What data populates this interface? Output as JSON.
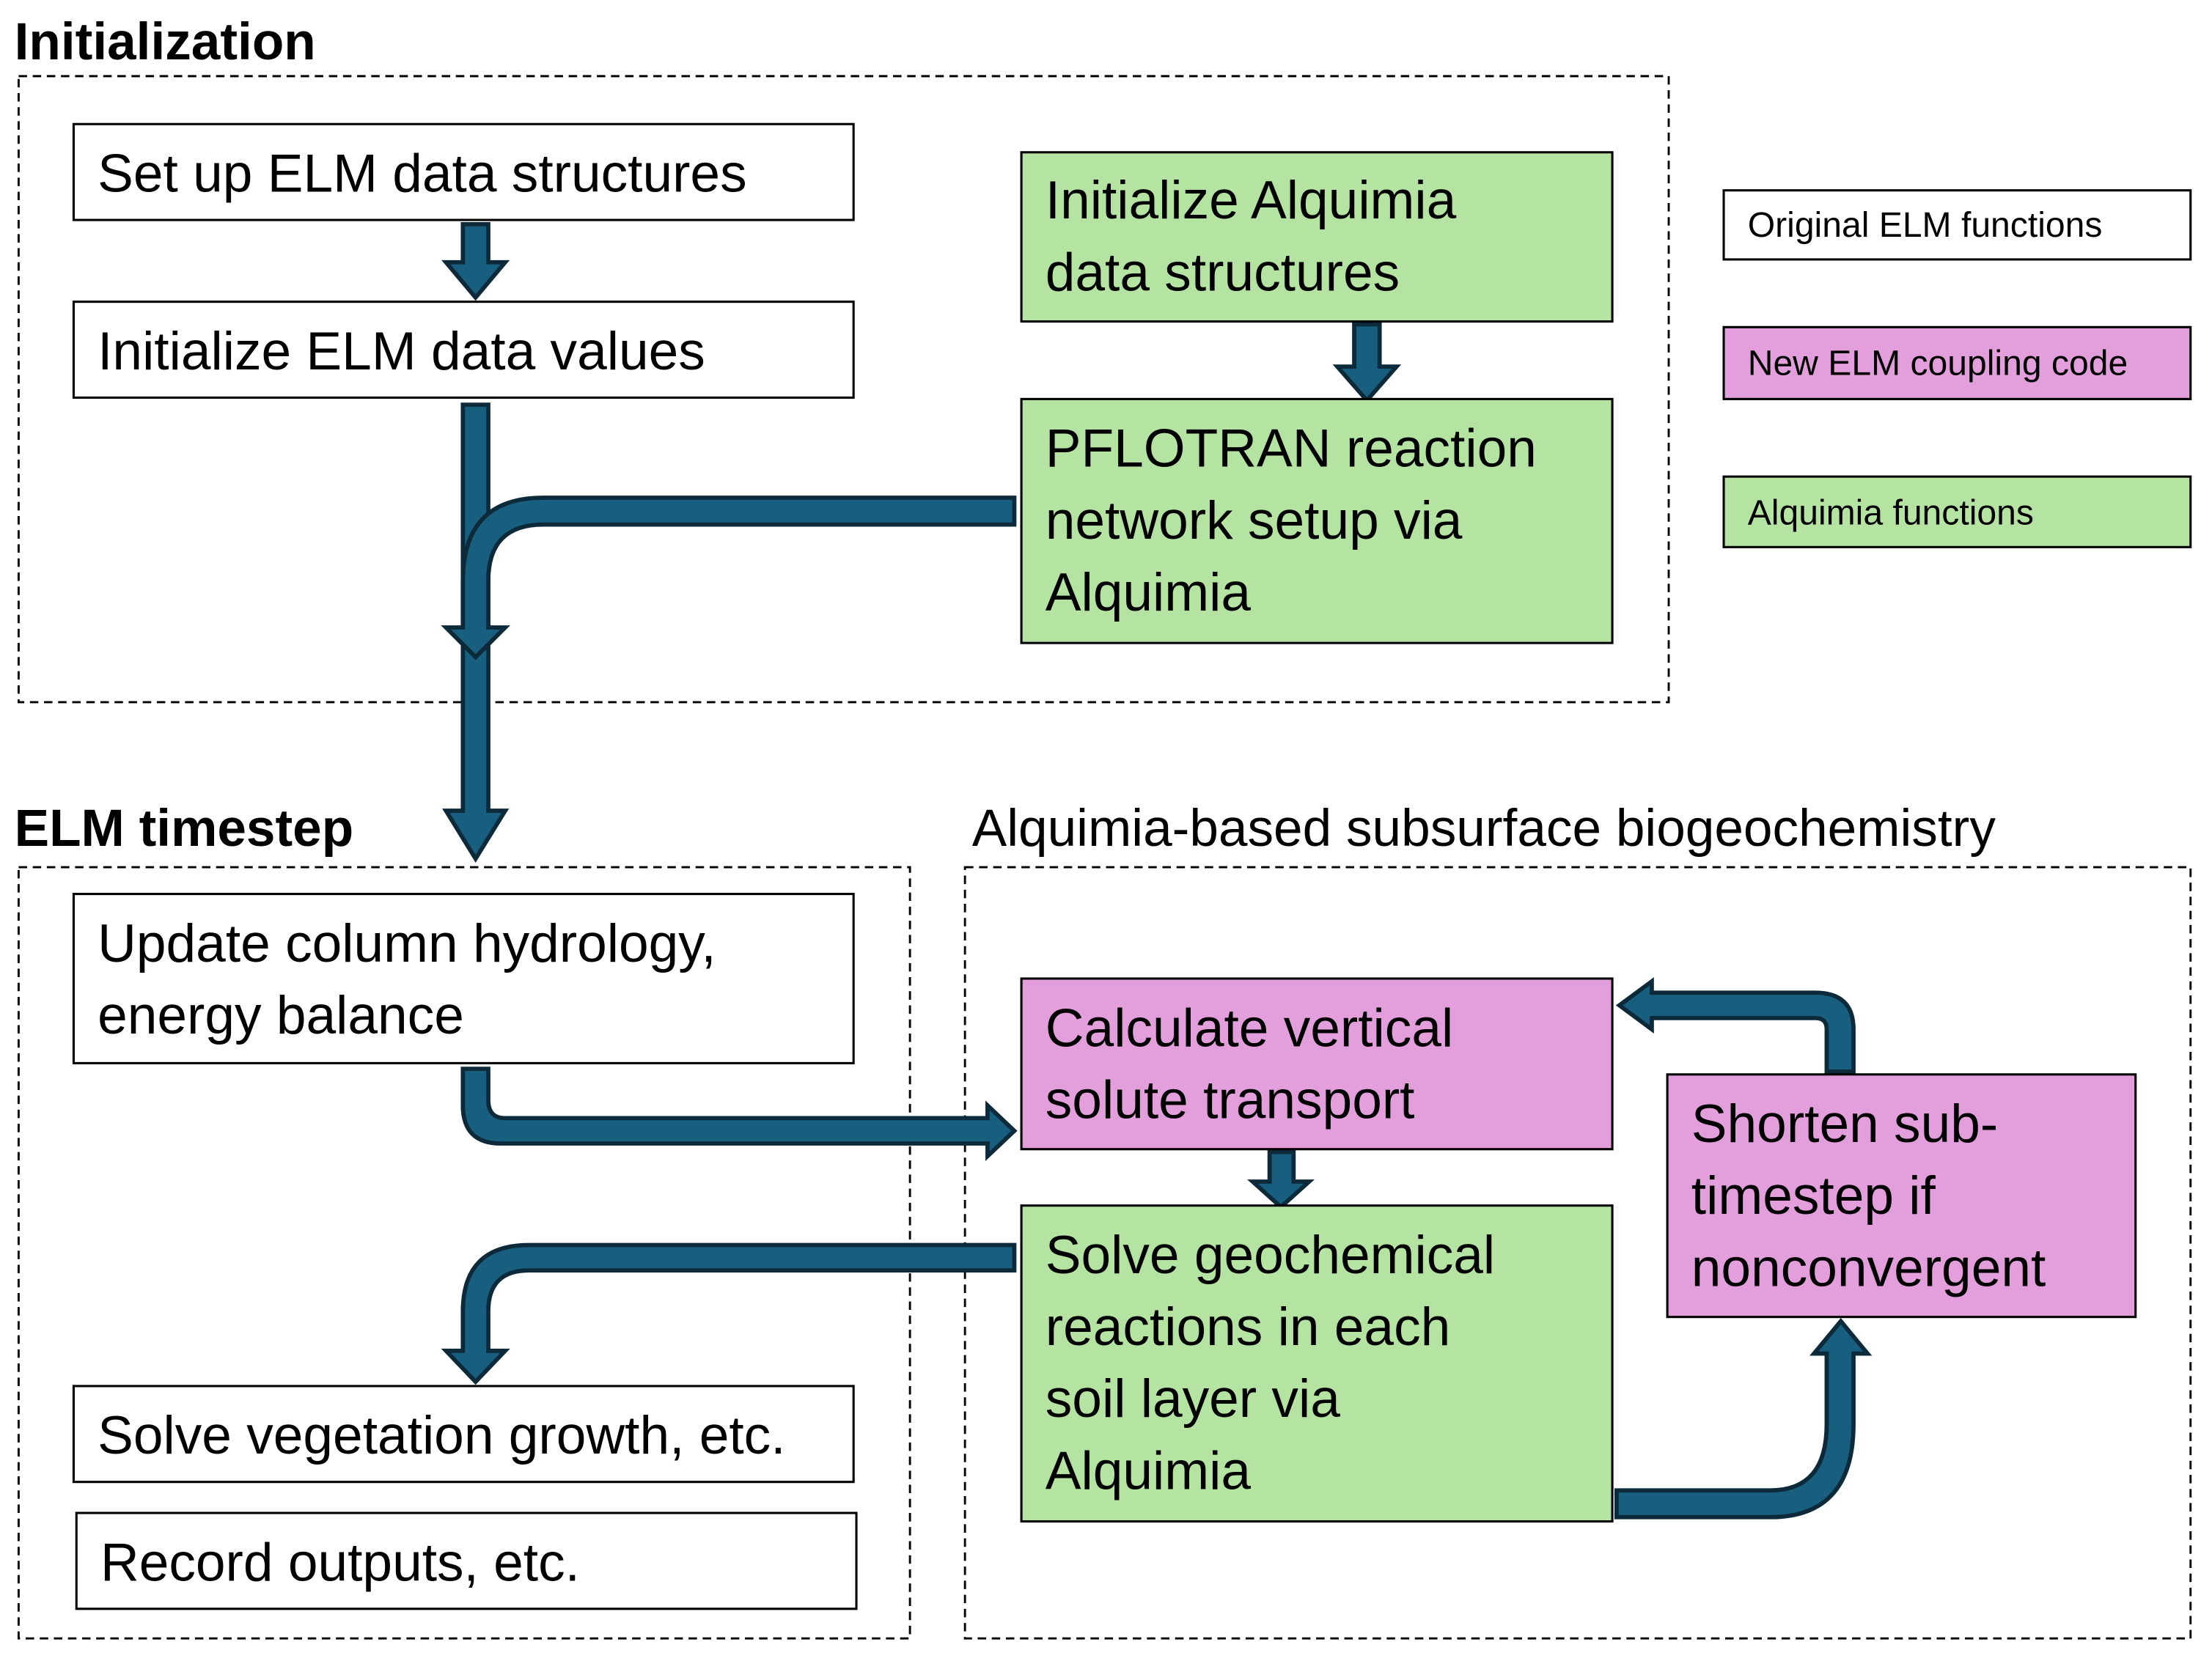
{
  "colors": {
    "original_elm": "#ffffff",
    "new_coupling": "#e39fdc",
    "alquimia": "#b5e4a2",
    "arrow_fill": "#185e7f",
    "arrow_outline": "#0d2a3a"
  },
  "groups": {
    "initialization": {
      "title": "Initialization"
    },
    "elm_timestep": {
      "title": "ELM timestep"
    },
    "alquimia_bgc": {
      "title": "Alquimia-based subsurface biogeochemistry"
    }
  },
  "nodes": {
    "setup_elm": {
      "lines": [
        "Set up ELM data structures"
      ],
      "category": "Original ELM functions"
    },
    "init_elm_values": {
      "lines": [
        "Initialize ELM data values"
      ],
      "category": "Original ELM functions"
    },
    "init_alquimia": {
      "lines": [
        "Initialize Alquimia",
        "data structures"
      ],
      "category": "Alquimia functions"
    },
    "pflotran_setup": {
      "lines": [
        "PFLOTRAN reaction",
        "network setup via",
        "Alquimia"
      ],
      "category": "Alquimia functions"
    },
    "update_hydrology": {
      "lines": [
        "Update column hydrology,",
        "energy balance"
      ],
      "category": "Original ELM functions"
    },
    "solve_vegetation": {
      "lines": [
        "Solve vegetation growth, etc."
      ],
      "category": "Original ELM functions"
    },
    "record_outputs": {
      "lines": [
        "Record outputs, etc."
      ],
      "category": "Original ELM functions"
    },
    "vertical_transport": {
      "lines": [
        "Calculate vertical",
        "solute transport"
      ],
      "category": "New ELM coupling code"
    },
    "solve_geochem": {
      "lines": [
        "Solve geochemical",
        "reactions in each",
        "soil layer via",
        "Alquimia"
      ],
      "category": "Alquimia functions"
    },
    "shorten_substep": {
      "lines": [
        "Shorten sub-",
        "timestep if",
        "nonconvergent"
      ],
      "category": "New ELM coupling code"
    }
  },
  "legend": {
    "items": [
      {
        "label": "Original ELM functions",
        "color": "#ffffff"
      },
      {
        "label": "New ELM coupling code",
        "color": "#e39fdc"
      },
      {
        "label": "Alquimia functions",
        "color": "#b5e4a2"
      }
    ]
  },
  "edges": [
    {
      "from": "setup_elm",
      "to": "init_elm_values"
    },
    {
      "from": "init_alquimia",
      "to": "pflotran_setup"
    },
    {
      "from": "init_elm_values",
      "to": "elm_timestep"
    },
    {
      "from": "pflotran_setup",
      "to": "elm_timestep"
    },
    {
      "from": "update_hydrology",
      "to": "vertical_transport"
    },
    {
      "from": "vertical_transport",
      "to": "solve_geochem"
    },
    {
      "from": "solve_geochem",
      "to": "solve_vegetation"
    },
    {
      "from": "solve_geochem",
      "to": "shorten_substep"
    },
    {
      "from": "shorten_substep",
      "to": "vertical_transport"
    }
  ]
}
